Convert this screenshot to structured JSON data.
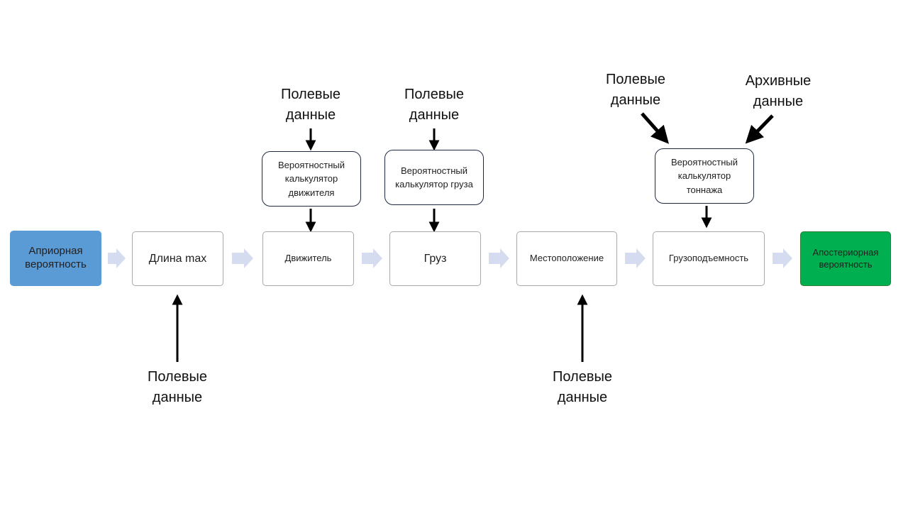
{
  "nodes": {
    "prior": "Априорная вероятность",
    "length": "Длина max",
    "propulsion": "Движитель",
    "cargo": "Груз",
    "location": "Местоположение",
    "capacity": "Грузоподъемность",
    "posterior": "Апостериорная вероятность"
  },
  "calculators": {
    "propulsion": "Вероятностный калькулятор движителя",
    "cargo": "Вероятностный калькулятор груза",
    "tonnage": "Вероятностный калькулятор тоннажа"
  },
  "inputs": {
    "field_data": "Полевые данные",
    "archive_data": "Архивные данные"
  },
  "colors": {
    "prior": "#5b9bd5",
    "posterior": "#00b050",
    "flow_arrow": "#d5dcef",
    "data_arrow": "#000000"
  }
}
